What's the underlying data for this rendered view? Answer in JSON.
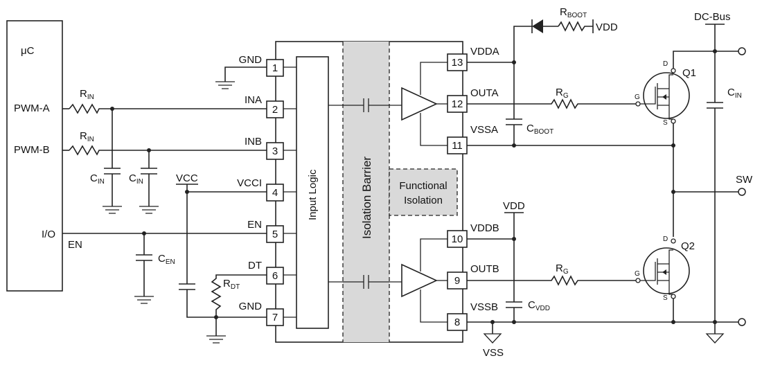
{
  "mcu": {
    "label": "μC",
    "pwm_a": "PWM-A",
    "pwm_b": "PWM-B",
    "io": "I/O"
  },
  "en_net": "EN",
  "chip": {
    "pins_left": [
      {
        "num": "1",
        "name": "GND"
      },
      {
        "num": "2",
        "name": "INA"
      },
      {
        "num": "3",
        "name": "INB"
      },
      {
        "num": "4",
        "name": "VCCI"
      },
      {
        "num": "5",
        "name": "EN"
      },
      {
        "num": "6",
        "name": "DT"
      },
      {
        "num": "7",
        "name": "GND"
      }
    ],
    "pins_right": [
      {
        "num": "13",
        "name": "VDDA"
      },
      {
        "num": "12",
        "name": "OUTA"
      },
      {
        "num": "11",
        "name": "VSSA"
      },
      {
        "num": "10",
        "name": "VDDB"
      },
      {
        "num": "9",
        "name": "OUTB"
      },
      {
        "num": "8",
        "name": "VSSB"
      }
    ],
    "input_logic": "Input Logic",
    "isolation_barrier": "Isolation Barrier",
    "functional_isolation_line1": "Functional",
    "functional_isolation_line2": "Isolation"
  },
  "components": {
    "r_in": {
      "main": "R",
      "sub": "IN"
    },
    "c_in": {
      "main": "C",
      "sub": "IN"
    },
    "c_en": {
      "main": "C",
      "sub": "EN"
    },
    "r_dt": {
      "main": "R",
      "sub": "DT"
    },
    "r_boot": {
      "main": "R",
      "sub": "BOOT"
    },
    "c_boot": {
      "main": "C",
      "sub": "BOOT"
    },
    "r_g": {
      "main": "R",
      "sub": "G"
    },
    "c_vdd": {
      "main": "C",
      "sub": "VDD"
    },
    "c_in_bus": {
      "main": "C",
      "sub": "IN"
    }
  },
  "nets": {
    "vcc": "VCC",
    "vdd_top": "VDD",
    "vdd_mid": "VDD",
    "vss": "VSS",
    "dc_bus": "DC-Bus",
    "sw": "SW"
  },
  "mosfets": {
    "q1": "Q1",
    "q2": "Q2",
    "drain": "D",
    "gate": "G",
    "source": "S"
  },
  "colors": {
    "barrier_fill": "#d9d9d9",
    "wire": "#222222"
  }
}
